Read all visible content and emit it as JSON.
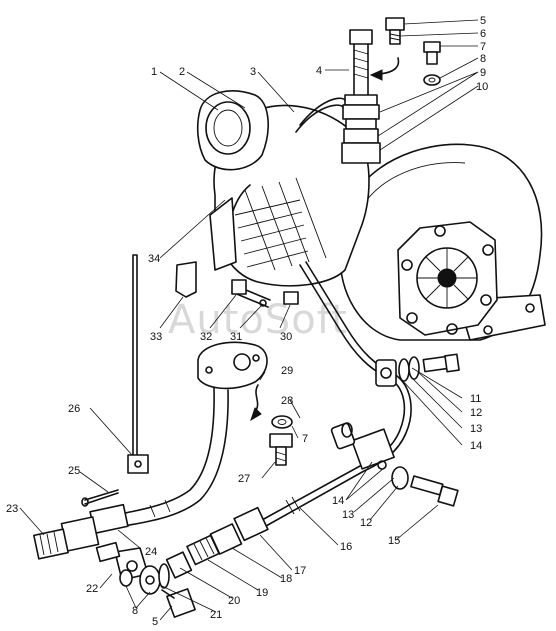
{
  "watermark": "AutoSoft",
  "callouts": [
    {
      "id": "c1",
      "text": "1"
    },
    {
      "id": "c2",
      "text": "2"
    },
    {
      "id": "c3",
      "text": "3"
    },
    {
      "id": "c4",
      "text": "4"
    },
    {
      "id": "c5a",
      "text": "5"
    },
    {
      "id": "c6",
      "text": "6"
    },
    {
      "id": "c7a",
      "text": "7"
    },
    {
      "id": "c8a",
      "text": "8"
    },
    {
      "id": "c9",
      "text": "9"
    },
    {
      "id": "c10",
      "text": "10"
    },
    {
      "id": "c11",
      "text": "11"
    },
    {
      "id": "c12a",
      "text": "12"
    },
    {
      "id": "c13a",
      "text": "13"
    },
    {
      "id": "c14a",
      "text": "14"
    },
    {
      "id": "c34",
      "text": "34"
    },
    {
      "id": "c33",
      "text": "33"
    },
    {
      "id": "c32",
      "text": "32"
    },
    {
      "id": "c31",
      "text": "31"
    },
    {
      "id": "c30",
      "text": "30"
    },
    {
      "id": "c29",
      "text": "29"
    },
    {
      "id": "c28",
      "text": "28"
    },
    {
      "id": "c7b",
      "text": "7"
    },
    {
      "id": "c27",
      "text": "27"
    },
    {
      "id": "c26",
      "text": "26"
    },
    {
      "id": "c25",
      "text": "25"
    },
    {
      "id": "c23",
      "text": "23"
    },
    {
      "id": "c24",
      "text": "24"
    },
    {
      "id": "c14b",
      "text": "14"
    },
    {
      "id": "c13b",
      "text": "13"
    },
    {
      "id": "c12b",
      "text": "12"
    },
    {
      "id": "c15",
      "text": "15"
    },
    {
      "id": "c16",
      "text": "16"
    },
    {
      "id": "c17",
      "text": "17"
    },
    {
      "id": "c18",
      "text": "18"
    },
    {
      "id": "c19",
      "text": "19"
    },
    {
      "id": "c20",
      "text": "20"
    },
    {
      "id": "c21",
      "text": "21"
    },
    {
      "id": "c22",
      "text": "22"
    },
    {
      "id": "c8b",
      "text": "8"
    },
    {
      "id": "c5b",
      "text": "5"
    }
  ]
}
